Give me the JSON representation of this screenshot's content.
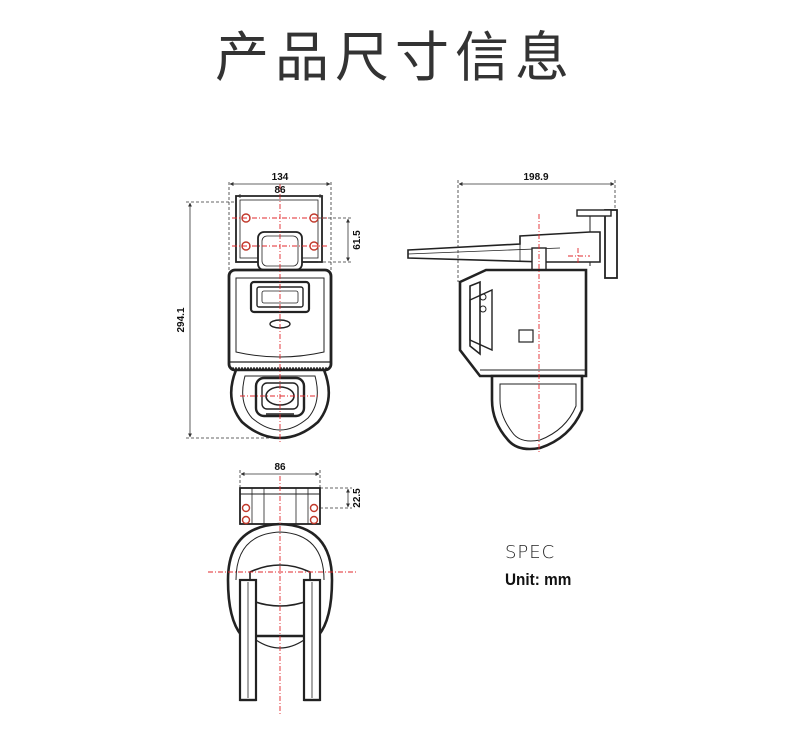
{
  "title": "产品尺寸信息",
  "front_view": {
    "width_total": "134",
    "width_inner": "86",
    "height_total": "294.1",
    "bracket_height": "61.5"
  },
  "side_view": {
    "depth": "198.9"
  },
  "top_view": {
    "width": "86",
    "height": "22.5"
  },
  "legend": {
    "spec_label": "SPEC",
    "unit_label": "Unit: mm"
  },
  "colors": {
    "line": "#222222",
    "centerline": "#e0282c",
    "dimension": "#333333",
    "title": "#333333"
  }
}
